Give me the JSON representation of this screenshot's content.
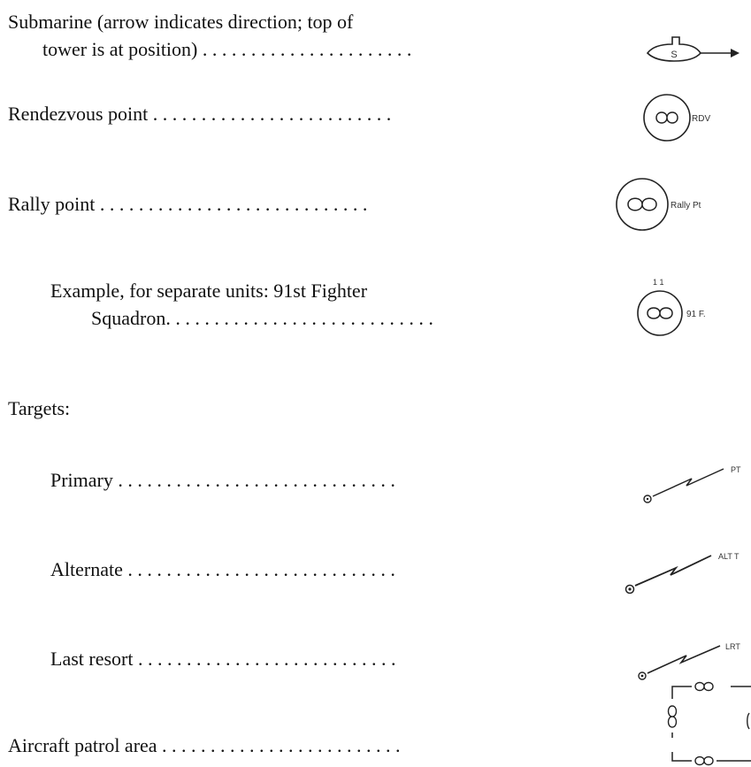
{
  "entries": [
    {
      "id": "submarine",
      "lines": [
        "Submarine (arrow indicates direction; top of",
        "tower is at position) . . . . . . . . . . . . . . . . . . . . . ."
      ],
      "symbol_text": "S"
    },
    {
      "id": "rendezvous",
      "lines": [
        "Rendezvous point . . . . . . . . . . . . . . . . . . . . . . . . ."
      ],
      "symbol_text": "RDV"
    },
    {
      "id": "rally",
      "lines": [
        "Rally point . . . . . . . . . . . . . . . . . . . . . . . . . . . ."
      ],
      "symbol_text": "Rally Pt"
    },
    {
      "id": "example",
      "lines": [
        "Example, for separate units: 91st Fighter",
        "Squadron. . . . . . . . . . . . . . . . . . . . . . . . . . . ."
      ],
      "symbol_text": "91 F.",
      "symbol_top": "1 1"
    },
    {
      "id": "targets",
      "lines": [
        "Targets:"
      ]
    },
    {
      "id": "primary",
      "lines": [
        "Primary . . . . . . . . . . . . . . . . . . . . . . . . . . . . ."
      ],
      "symbol_text": "PT"
    },
    {
      "id": "alternate",
      "lines": [
        "Alternate . . . . . . . . . . . . . . . . . . . . . . . . . . . ."
      ],
      "symbol_text": "ALT T"
    },
    {
      "id": "last-resort",
      "lines": [
        "Last resort . . . . . . . . . . . . . . . . . . . . . . . . . . ."
      ],
      "symbol_text": "LRT"
    },
    {
      "id": "patrol",
      "lines": [
        "Aircraft patrol area . . . . . . . . . . . . . . . . . . . . . . . . ."
      ]
    }
  ]
}
